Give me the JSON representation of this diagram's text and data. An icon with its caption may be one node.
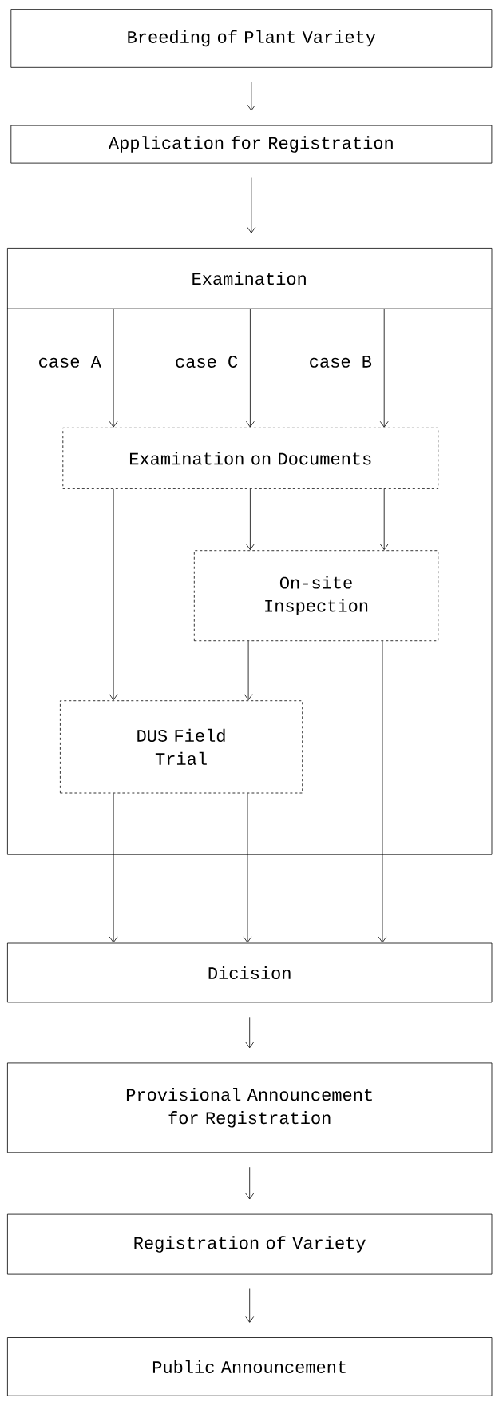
{
  "diagram": {
    "nodes": [
      {
        "text": [
          "Breeding of Plant Variety"
        ]
      },
      {
        "text": [
          "Application for Registration"
        ]
      },
      {
        "text": [
          "Examination"
        ]
      },
      {
        "text": [
          "Examination on Documents"
        ],
        "in": 2
      },
      {
        "text": [
          "On-site Inspection"
        ],
        "in": 2
      },
      {
        "text": [
          "DUS Field Trial"
        ],
        "in": 2
      },
      {
        "text": [
          "Dicision"
        ]
      },
      {
        "text": [
          "Provisional Announcement for Registration"
        ]
      },
      {
        "text": [
          "Registration of Variety"
        ]
      },
      {
        "text": [
          "Public Announcement"
        ]
      }
    ],
    "edges": [
      {
        "from": 0,
        "to": 1,
        "arrow": "to"
      },
      {
        "from": 1,
        "to": 2,
        "arrow": "to"
      },
      {
        "from": 2,
        "to": 3,
        "arrow": "to",
        "label": "case A"
      },
      {
        "from": 2,
        "to": 3,
        "arrow": "to",
        "label": "case C"
      },
      {
        "from": 2,
        "to": 3,
        "arrow": "to",
        "label": "case B"
      },
      {
        "from": 3,
        "to": 5,
        "arrow": "to"
      },
      {
        "from": 3,
        "to": 4,
        "arrow": "to"
      },
      {
        "from": 3,
        "to": 4,
        "arrow": "to"
      },
      {
        "from": 4,
        "to": 5,
        "arrow": "to"
      },
      {
        "from": 5,
        "to": 6,
        "arrow": "to"
      },
      {
        "from": 5,
        "to": 6,
        "arrow": "to"
      },
      {
        "from": 4,
        "to": 6,
        "arrow": "to"
      },
      {
        "from": 6,
        "to": 7,
        "arrow": "to"
      },
      {
        "from": 7,
        "to": 8,
        "arrow": "to"
      },
      {
        "from": 8,
        "to": 9,
        "arrow": "to"
      }
    ]
  }
}
